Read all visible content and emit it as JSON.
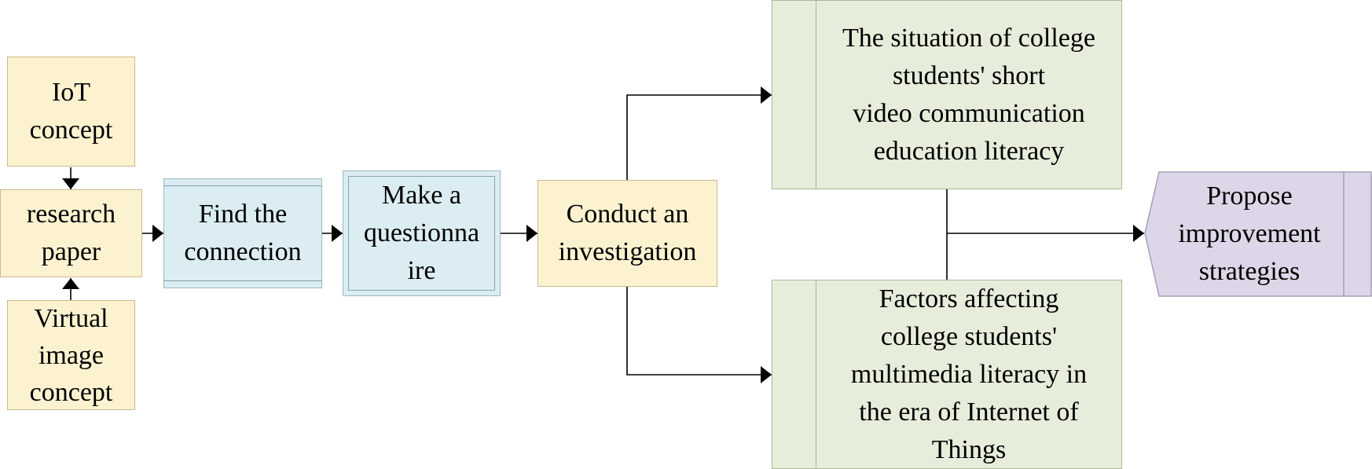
{
  "nodes": {
    "iot_concept": [
      "IoT",
      "concept"
    ],
    "research_paper": [
      "research",
      "paper"
    ],
    "virtual_image_concept": [
      "Virtual",
      "image",
      "concept"
    ],
    "find_connection": [
      "Find the",
      "connection"
    ],
    "make_questionnaire": [
      "Make a",
      "questionna",
      "ire"
    ],
    "conduct_investigation": [
      "Conduct an",
      "investigation"
    ],
    "situation": [
      "The situation of college",
      "students' short",
      "video communication",
      "education literacy"
    ],
    "factors": [
      "Factors affecting",
      "college students'",
      "multimedia literacy in",
      "the era of Internet of",
      "Things"
    ],
    "strategies": [
      "Propose",
      "improvement",
      "strategies"
    ]
  },
  "colors": {
    "yellow_fill": "#fdf2d0",
    "blue_fill": "#dbedf3",
    "green_fill": "#e6eedb",
    "purple_fill": "#dcd6e8",
    "connector": "#000000"
  }
}
